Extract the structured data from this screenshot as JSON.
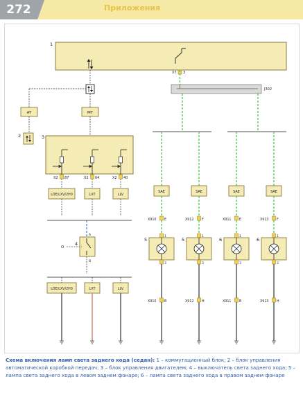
{
  "header": {
    "page_number": "272",
    "section_title": "Приложения"
  },
  "components": {
    "c1": "1",
    "c2": "2",
    "c3": "3",
    "c4": "4",
    "c5a": "5",
    "c5b": "5",
    "c6a": "6",
    "c6b": "6"
  },
  "blocks": {
    "at": "AT",
    "mt": "MT",
    "j302": "J302",
    "ldelxv2h0_top": "LDE/LXV/2H0",
    "lxt_top": "LXT",
    "llv_top": "LLV",
    "ldelxv2h0_bottom": "LDE/LXV/2H0",
    "lxt_bottom": "LXT",
    "llv_bottom": "LLV",
    "sae": [
      "SAE",
      "SAE",
      "SAE",
      "SAE"
    ]
  },
  "connectors": {
    "x7": "X7",
    "x7_pin": "3",
    "x2_87": "X2",
    "x2_87_pin": "87",
    "x2_64": "X2",
    "x2_64_pin": "64",
    "x2_40": "X2",
    "x2_40_pin": "40",
    "switch_pin_a": "A",
    "switch_pin_b": "B",
    "switch_side": "O",
    "top_x": [
      {
        "name": "X910",
        "pin": "E"
      },
      {
        "name": "X912",
        "pin": "F"
      },
      {
        "name": "X911",
        "pin": "E"
      },
      {
        "name": "X913",
        "pin": "F"
      }
    ],
    "bottom_x": [
      {
        "name": "X910",
        "pin": "B"
      },
      {
        "name": "X912",
        "pin": "H"
      },
      {
        "name": "X911",
        "pin": "B"
      },
      {
        "name": "X913",
        "pin": "H"
      }
    ],
    "lamp_pin_top": "1",
    "lamp_pin_bottom": "3"
  },
  "colors": {
    "box_fill": "#f5ebb5",
    "box_stroke": "#8a7a3a",
    "green_wire": "#3fbf3f",
    "blue_wire": "#3a7fd0",
    "brown_wire": "#c8866a",
    "caption": "#2f5fa8"
  },
  "caption": {
    "title": "Схема включения ламп света заднего хода (седан):",
    "text": " 1 – коммутационный блок; 2 – блок управления автоматической коробкой передач; 3 – блок управления двигателем; 4 – выключатель света заднего хода; 5 – лампа света заднего хода в левом заднем фонаре; 6 – лампа света заднего хода в правом заднем фонаре"
  }
}
